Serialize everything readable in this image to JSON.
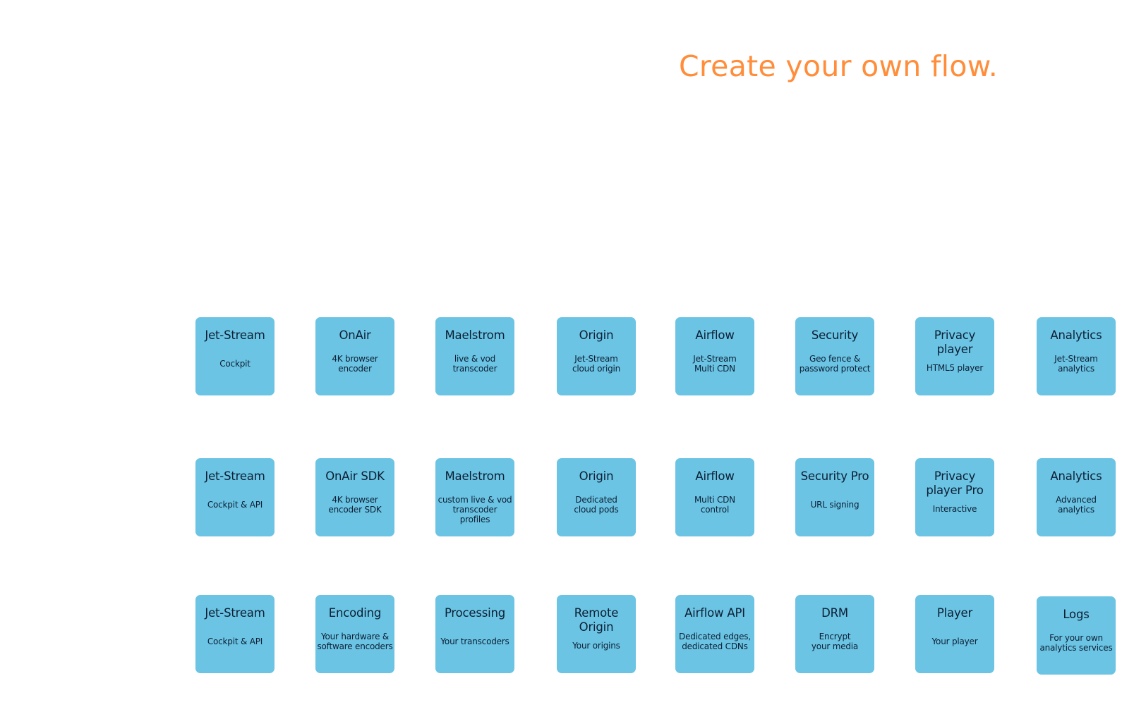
{
  "headline": "Create your own flow.",
  "tiles": [
    {
      "title": "Jet-Stream",
      "sub": "Cockpit"
    },
    {
      "title": "OnAir",
      "sub": "4K browser\nencoder"
    },
    {
      "title": "Maelstrom",
      "sub": "live & vod\ntranscoder"
    },
    {
      "title": "Origin",
      "sub": "Jet-Stream\ncloud origin"
    },
    {
      "title": "Airflow",
      "sub": "Jet-Stream\nMulti CDN"
    },
    {
      "title": "Security",
      "sub": "Geo fence &\npassword protect"
    },
    {
      "title": "Privacy\nplayer",
      "sub": "HTML5 player"
    },
    {
      "title": "Analytics",
      "sub": "Jet-Stream\nanalytics"
    },
    {
      "title": "Jet-Stream",
      "sub": "Cockpit & API"
    },
    {
      "title": "OnAir SDK",
      "sub": "4K browser\nencoder SDK"
    },
    {
      "title": "Maelstrom",
      "sub": "custom live & vod\ntranscoder profiles"
    },
    {
      "title": "Origin",
      "sub": "Dedicated\ncloud pods"
    },
    {
      "title": "Airflow",
      "sub": "Multi CDN\ncontrol"
    },
    {
      "title": "Security Pro",
      "sub": "URL signing"
    },
    {
      "title": "Privacy\nplayer Pro",
      "sub": "Interactive"
    },
    {
      "title": "Analytics",
      "sub": "Advanced\nanalytics"
    },
    {
      "title": "Jet-Stream",
      "sub": "Cockpit & API"
    },
    {
      "title": "Encoding",
      "sub": "Your hardware &\nsoftware encoders"
    },
    {
      "title": "Processing",
      "sub": "Your transcoders"
    },
    {
      "title": "Remote\nOrigin",
      "sub": "Your origins"
    },
    {
      "title": "Airflow API",
      "sub": "Dedicated edges,\ndedicated CDNs"
    },
    {
      "title": "DRM",
      "sub": "Encrypt\nyour media"
    },
    {
      "title": "Player",
      "sub": "Your player"
    },
    {
      "title": "Logs",
      "sub": "For your own\nanalytics services"
    }
  ]
}
